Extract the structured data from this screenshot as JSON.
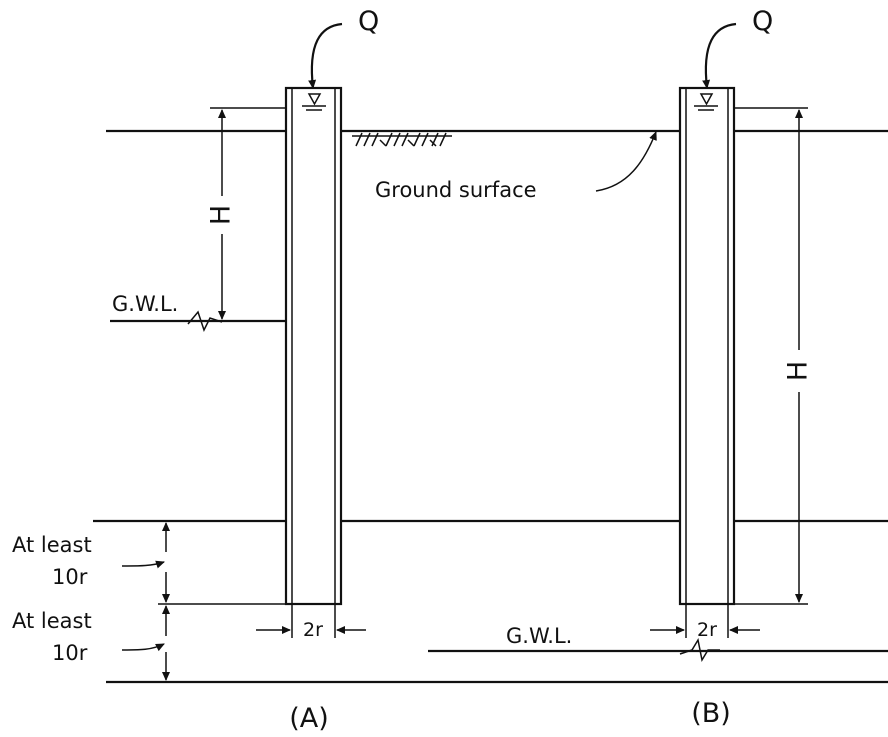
{
  "labels": {
    "inflow_a": "Q",
    "inflow_b": "Q",
    "ground_surface": "Ground surface",
    "head_a": "H",
    "head_b": "H",
    "gwl_a": "G.W.L.",
    "gwl_b": "G.W.L.",
    "at_least_1": "At least",
    "ten_r_1": "10r",
    "at_least_2": "At least",
    "ten_r_2": "10r",
    "diameter_a": "2r",
    "diameter_b": "2r",
    "panel_a": "(A)",
    "panel_b": "(B)"
  }
}
